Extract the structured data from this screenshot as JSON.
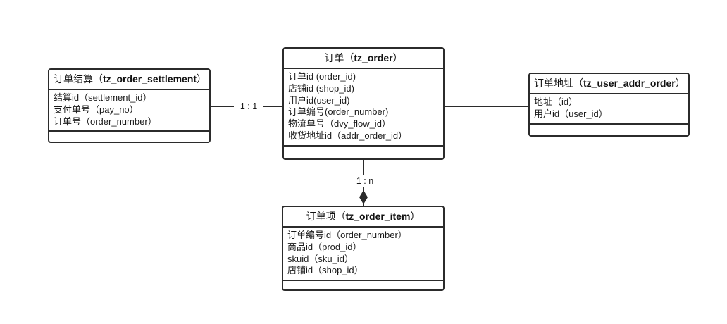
{
  "diagram": {
    "type": "er-diagram",
    "title": "",
    "entities": [
      {
        "id": "tz_order_settlement",
        "name_cn": "订单结算",
        "table": "tz_order_settlement",
        "header": "订单结算（tz_order_settlement）",
        "attributes": [
          "结算id（settlement_id）",
          "支付单号（pay_no）",
          "订单号（order_number）"
        ]
      },
      {
        "id": "tz_order",
        "name_cn": "订单",
        "table": "tz_order",
        "header": "订单（tz_order）",
        "attributes": [
          "订单id (order_id)",
          "店铺id (shop_id)",
          "用户id(user_id)",
          "订单编号(order_number)",
          "物流单号（dvy_flow_id）",
          "收货地址id（addr_order_id）"
        ]
      },
      {
        "id": "tz_user_addr_order",
        "name_cn": "订单地址",
        "table": "tz_user_addr_order",
        "header": "订单地址（tz_user_addr_order）",
        "attributes": [
          "地址（id）",
          "用户id（user_id）"
        ]
      },
      {
        "id": "tz_order_item",
        "name_cn": "订单项",
        "table": "tz_order_item",
        "header": "订单项（tz_order_item）",
        "attributes": [
          "订单编号id（order_number）",
          "商品id（prod_id）",
          "skuid（sku_id）",
          "店铺id（shop_id）"
        ]
      }
    ],
    "relationships": [
      {
        "id": "settlement-order",
        "from": "tz_order_settlement",
        "to": "tz_order",
        "label": "1 : 1",
        "marker": "none"
      },
      {
        "id": "order-address",
        "from": "tz_order",
        "to": "tz_user_addr_order",
        "label": "",
        "marker": "none"
      },
      {
        "id": "order-item",
        "from": "tz_order",
        "to": "tz_order_item",
        "label": "1 : n",
        "marker": "filled-diamond"
      }
    ],
    "colors": {
      "border": "#2b2b2b",
      "text": "#1a1a1a",
      "background": "#ffffff",
      "marker": "#2b2b2b"
    }
  }
}
